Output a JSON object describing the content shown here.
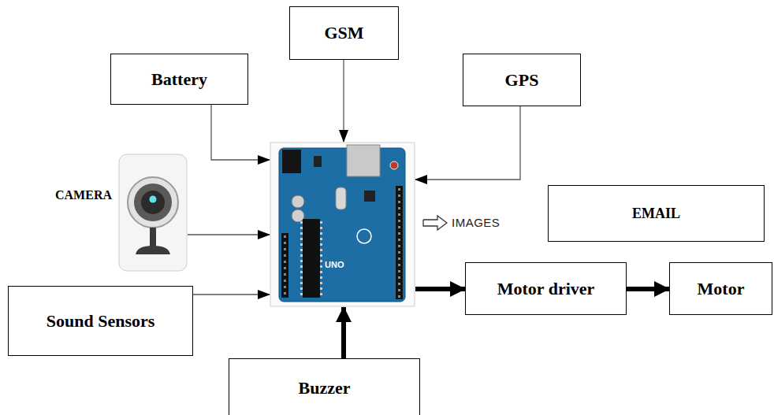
{
  "diagram": {
    "nodes": [
      {
        "text": [
          "GSM"
        ]
      },
      {
        "text": [
          "Battery"
        ]
      },
      {
        "text": [
          "GPS"
        ]
      },
      {
        "text": [
          "UNO"
        ]
      },
      {
        "text": [
          "CAMERA"
        ]
      },
      {
        "text": [
          "EMAIL"
        ]
      },
      {
        "text": [
          "Motor driver"
        ]
      },
      {
        "text": [
          "Motor"
        ]
      },
      {
        "text": [
          "Sound Sensors"
        ]
      },
      {
        "text": [
          "Buzzer"
        ]
      }
    ],
    "edges": [
      {
        "from": 0,
        "to": 3,
        "arrow": "to"
      },
      {
        "from": 1,
        "to": 3,
        "arrow": "to"
      },
      {
        "from": 2,
        "to": 3,
        "arrow": "to"
      },
      {
        "from": 4,
        "to": 3,
        "arrow": "to"
      },
      {
        "from": 8,
        "to": 3,
        "arrow": "to"
      },
      {
        "from": 9,
        "to": 3,
        "arrow": "to"
      },
      {
        "from": 3,
        "to": 6,
        "arrow": "to"
      },
      {
        "from": 6,
        "to": 7,
        "arrow": "to"
      },
      {
        "from": 3,
        "to": 5,
        "label": "IMAGES",
        "arrow": "to"
      }
    ]
  }
}
